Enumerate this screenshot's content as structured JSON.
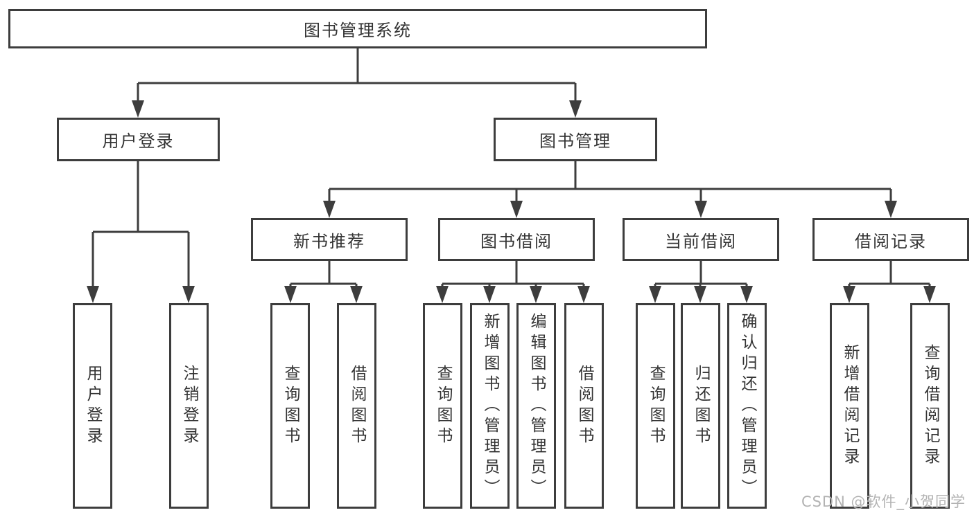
{
  "colors": {
    "line": "#3d3d3d",
    "text": "#333333",
    "watermark": "#b3b3b3",
    "background": "#ffffff"
  },
  "diagram": {
    "root": {
      "label": "图书管理系统"
    },
    "level2": [
      {
        "id": "user-login",
        "label": "用户登录"
      },
      {
        "id": "book-management",
        "label": "图书管理"
      }
    ],
    "level3": [
      {
        "id": "new-book-recommend",
        "label": "新书推荐",
        "parent": "图书管理"
      },
      {
        "id": "book-borrowing",
        "label": "图书借阅",
        "parent": "图书管理"
      },
      {
        "id": "current-borrowing",
        "label": "当前借阅",
        "parent": "图书管理"
      },
      {
        "id": "borrowing-records",
        "label": "借阅记录",
        "parent": "图书管理"
      }
    ],
    "level4": [
      {
        "label": "用户登录",
        "parent": "用户登录"
      },
      {
        "label": "注销登录",
        "parent": "用户登录"
      },
      {
        "label": "查询图书",
        "parent": "新书推荐"
      },
      {
        "label": "借阅图书",
        "parent": "新书推荐"
      },
      {
        "label": "查询图书",
        "parent": "图书借阅"
      },
      {
        "label": "新增图书（管理员）",
        "parent": "图书借阅"
      },
      {
        "label": "编辑图书（管理员）",
        "parent": "图书借阅"
      },
      {
        "label": "借阅图书",
        "parent": "图书借阅"
      },
      {
        "label": "查询图书",
        "parent": "当前借阅"
      },
      {
        "label": "归还图书",
        "parent": "当前借阅"
      },
      {
        "label": "确认归还（管理员）",
        "parent": "当前借阅"
      },
      {
        "label": "新增借阅记录",
        "parent": "借阅记录"
      },
      {
        "label": "查询借阅记录",
        "parent": "借阅记录"
      }
    ]
  },
  "watermark": {
    "text": "CSDN @软件_小贺同学"
  }
}
